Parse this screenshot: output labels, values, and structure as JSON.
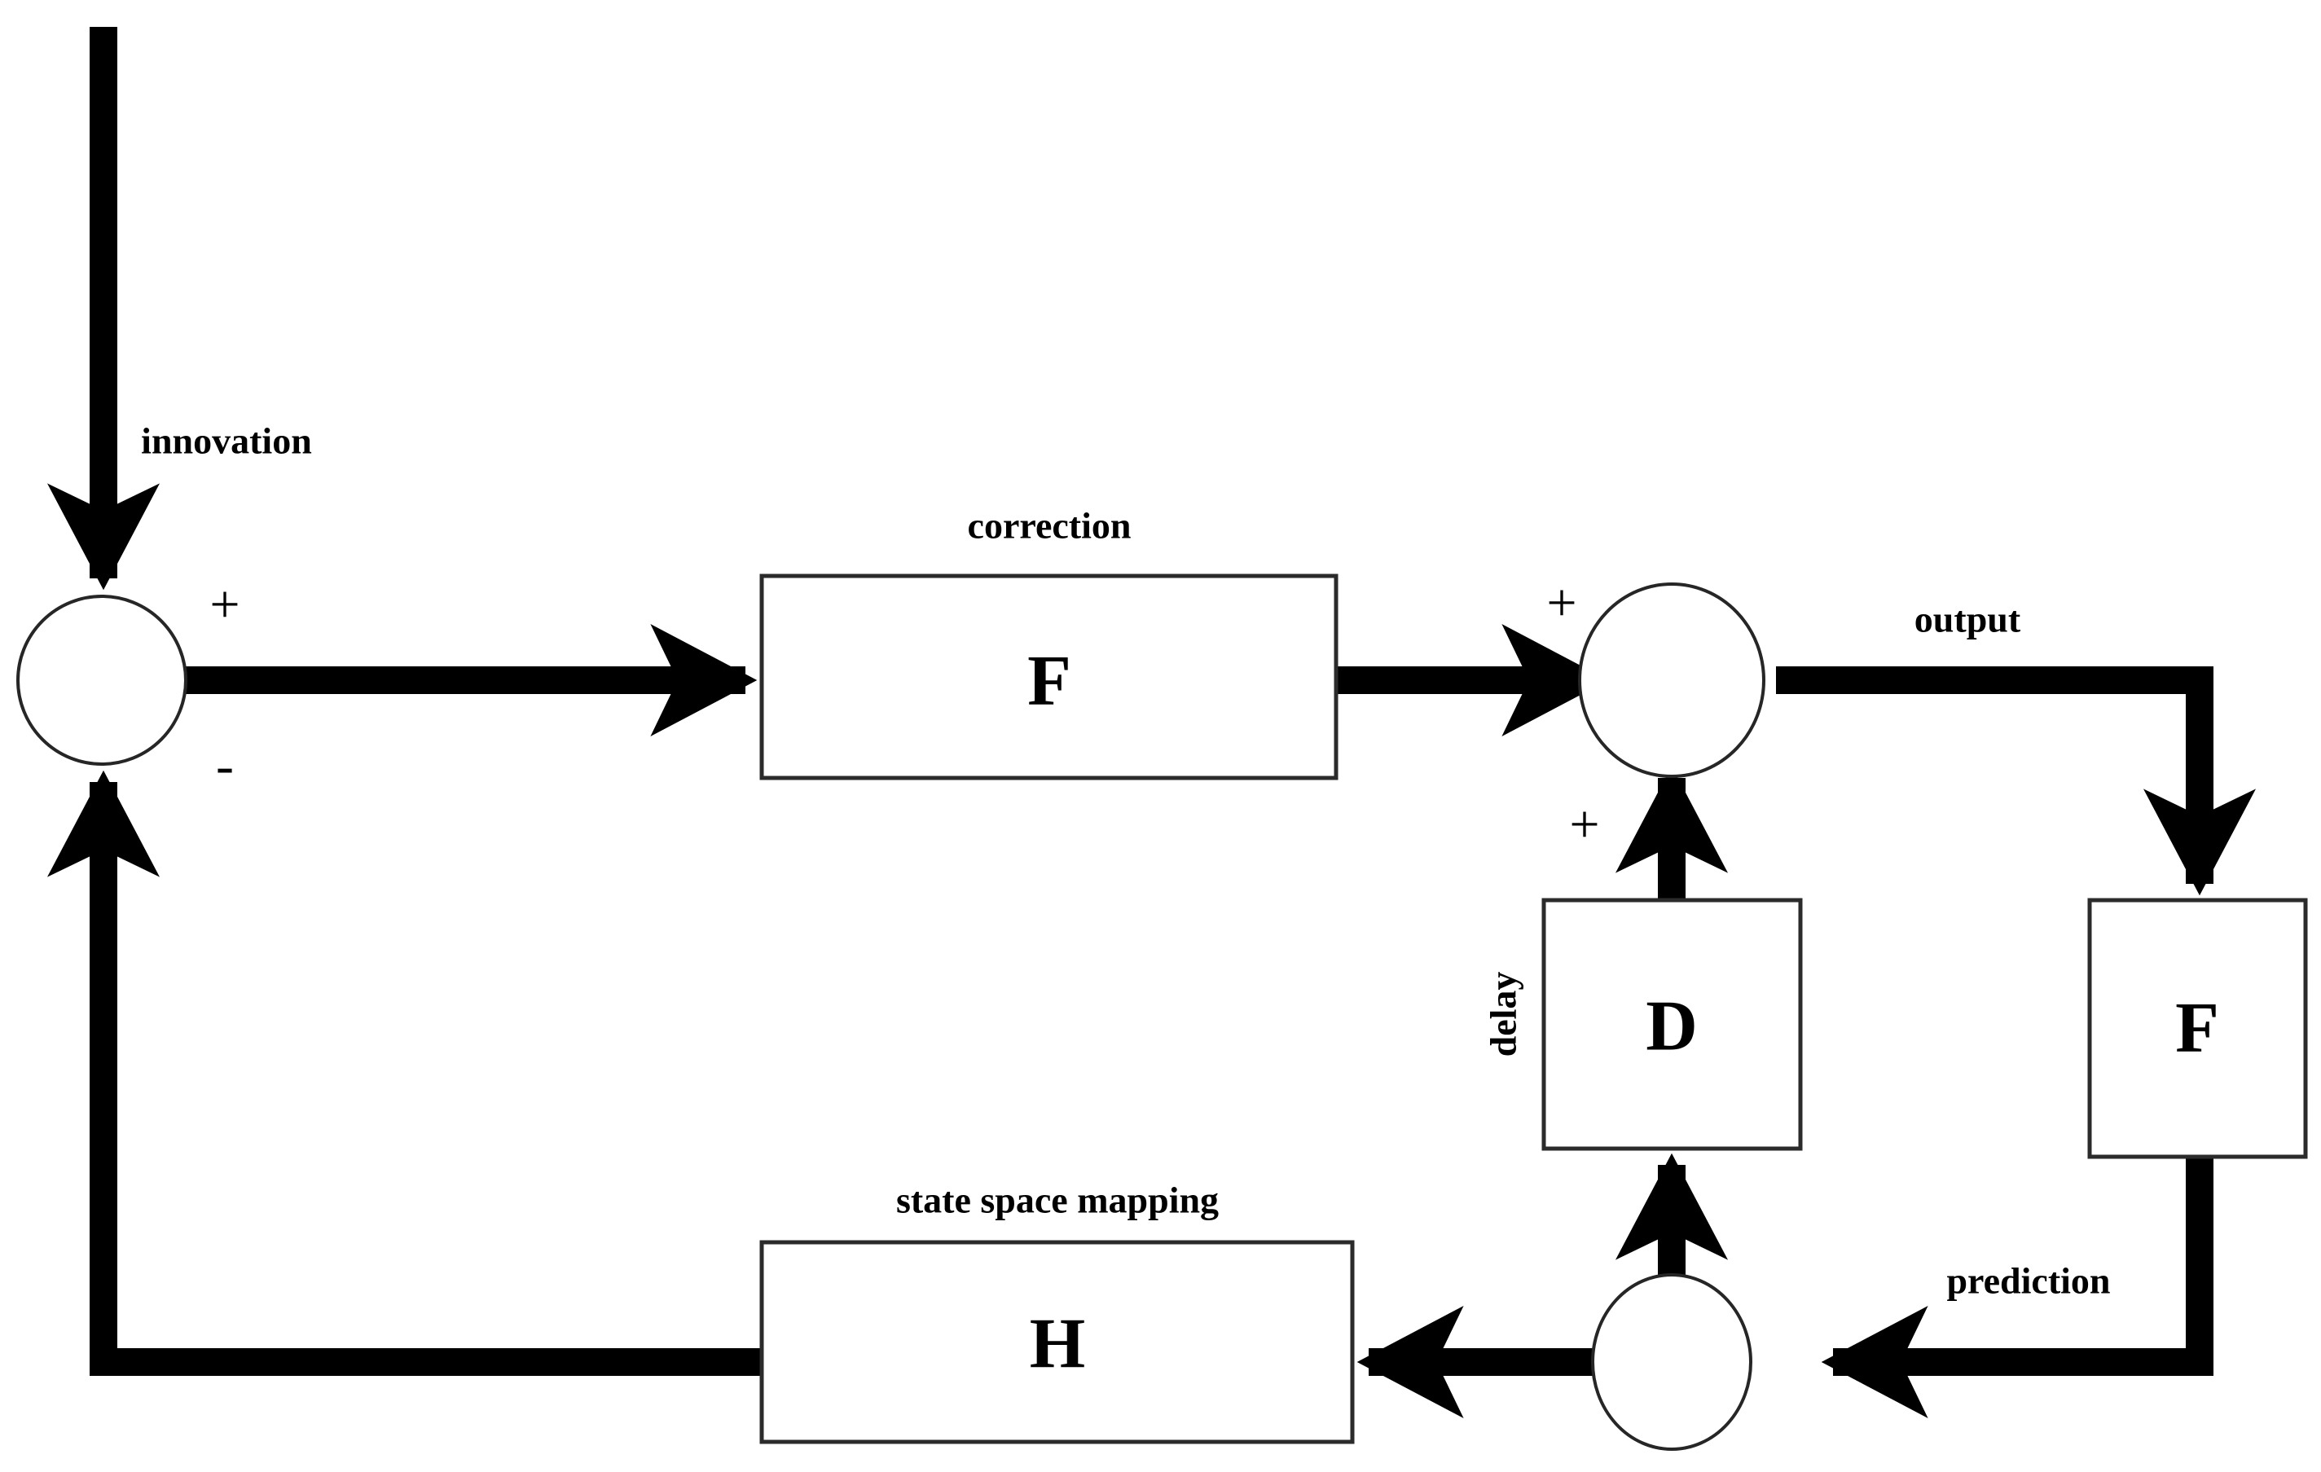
{
  "diagram": {
    "title": "Kalman filter feedback block diagram",
    "background_color": "#ffffff",
    "line_color": "#000000",
    "box_fill": "#ffffff",
    "box_stroke": "#2b2b2b",
    "blocks": [
      {
        "id": "correction",
        "letter": "F",
        "caption": "correction"
      },
      {
        "id": "delay",
        "letter": "D",
        "caption": "delay"
      },
      {
        "id": "state_space",
        "letter": "H",
        "caption": "state space mapping"
      },
      {
        "id": "predict",
        "letter": "F",
        "caption": ""
      }
    ],
    "junctions": [
      {
        "id": "input-sum",
        "signs": [
          "+",
          "-"
        ]
      },
      {
        "id": "output-sum",
        "signs": [
          "+",
          "+"
        ]
      },
      {
        "id": "split-node",
        "signs": []
      }
    ],
    "edge_labels": {
      "innovation": "innovation",
      "correction": "correction",
      "output": "output",
      "delay": "delay",
      "state_space_mapping": "state space mapping",
      "prediction": "prediction"
    },
    "signs": {
      "input_plus": "+",
      "input_minus": "-",
      "output_plus": "+",
      "delay_plus": "+"
    },
    "letters": {
      "correction_block": "F",
      "delay_block": "D",
      "mapping_block": "H",
      "predict_block": "F"
    }
  }
}
